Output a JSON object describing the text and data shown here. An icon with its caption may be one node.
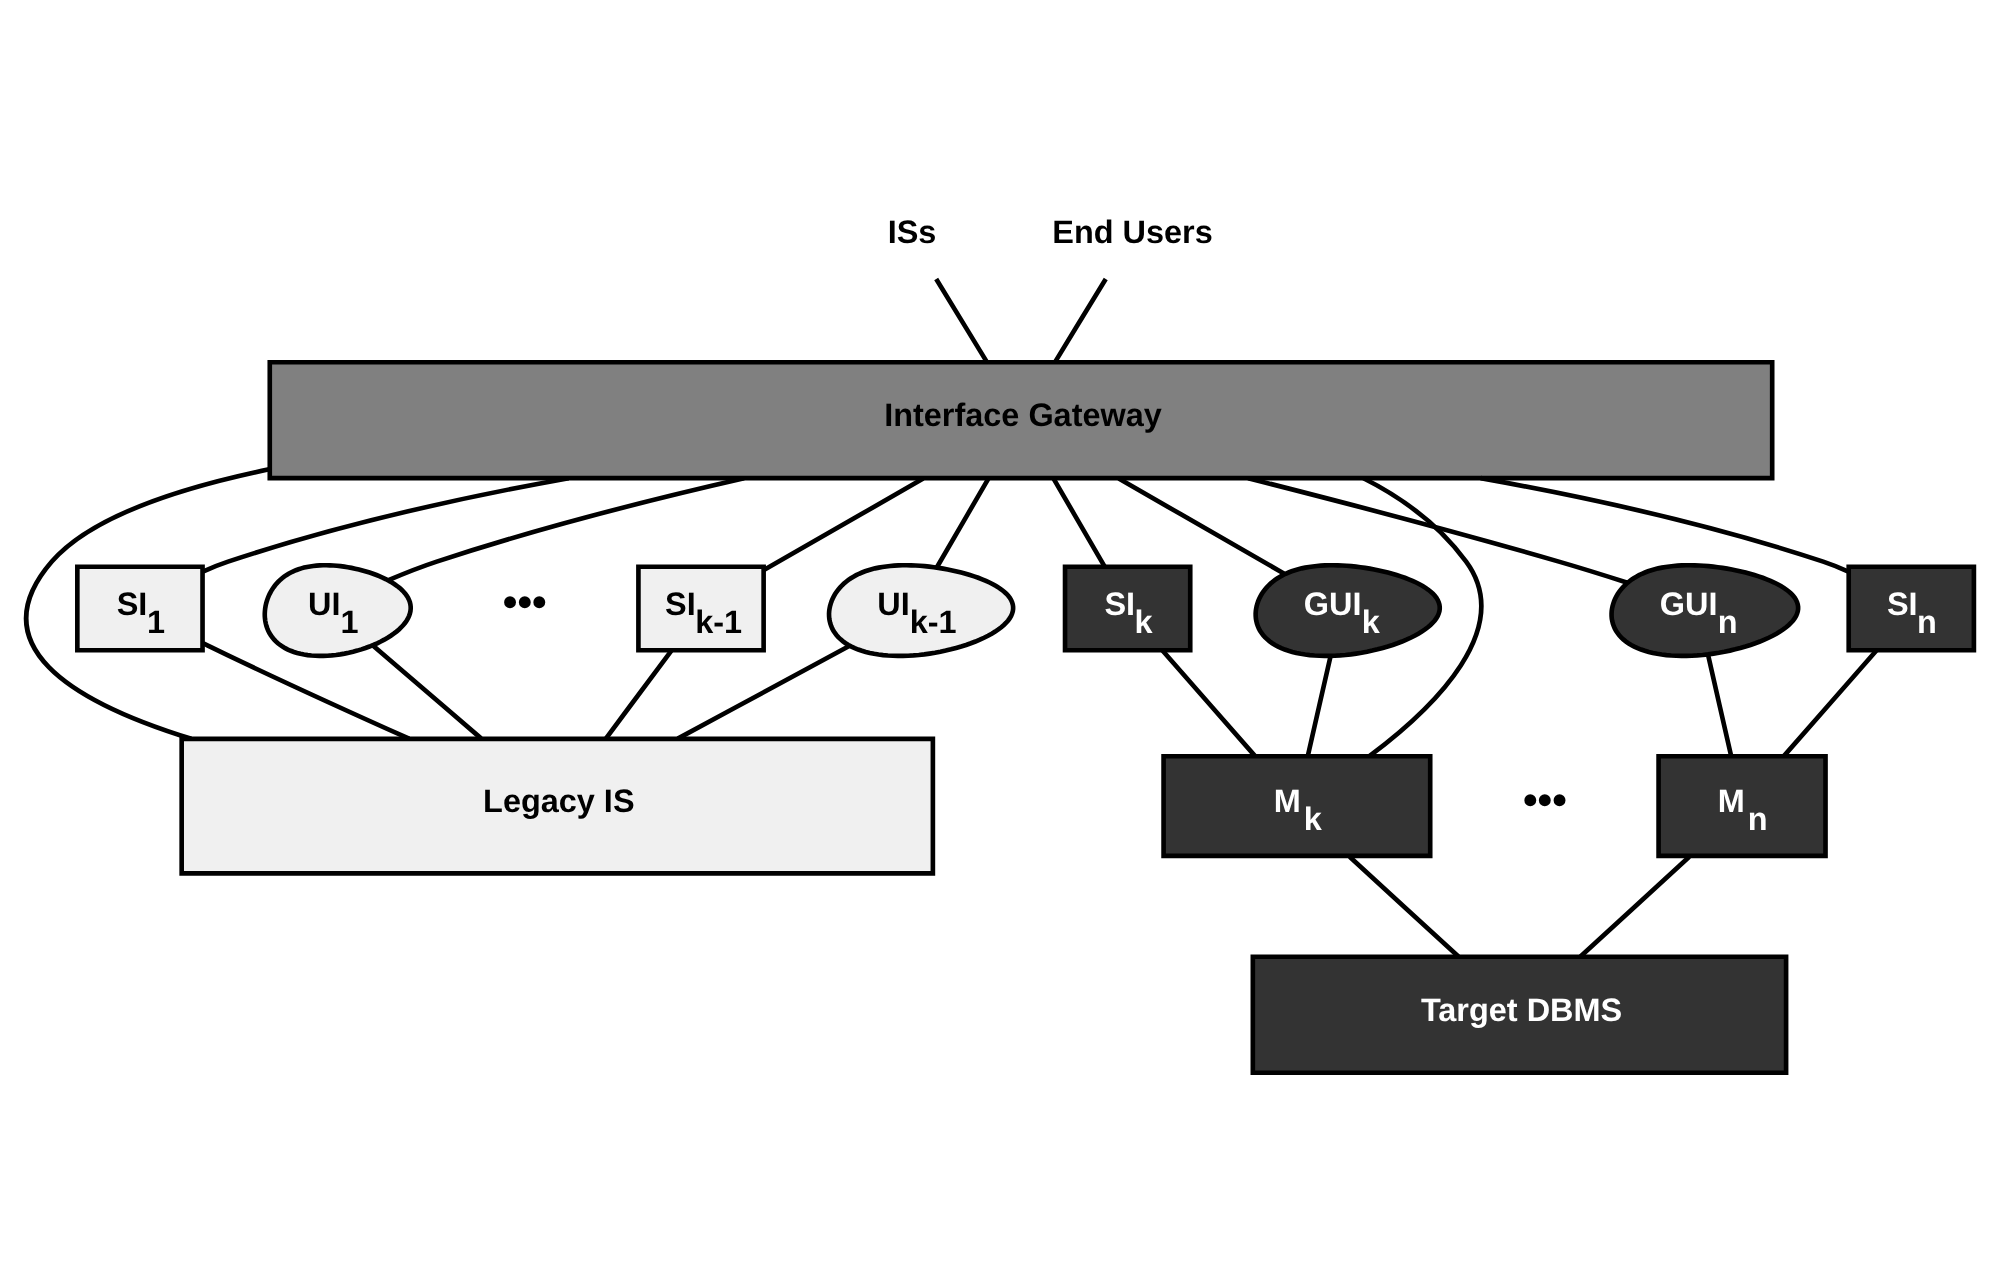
{
  "diagram": {
    "nodes": [
      {
        "text": [
          "ISs"
        ]
      },
      {
        "text": [
          "End Users"
        ]
      },
      {
        "text": [
          "Interface Gateway"
        ]
      },
      {
        "text": [
          "SI$_{1}$"
        ]
      },
      {
        "text": [
          "UI$_{1}$"
        ]
      },
      {
        "text": [
          "SI$_{k-1}$"
        ]
      },
      {
        "text": [
          "UI$_{k-1}$"
        ]
      },
      {
        "text": [
          "Legacy IS"
        ]
      },
      {
        "text": [
          "GUI$_{k}$"
        ]
      },
      {
        "text": [
          "SI$_{k}$"
        ]
      },
      {
        "text": [
          "M$_{k}$"
        ]
      },
      {
        "text": [
          "GUI$_{n}$"
        ]
      },
      {
        "text": [
          "SI$_{n}$"
        ]
      },
      {
        "text": [
          "M$_{n}$"
        ]
      },
      {
        "text": [
          "Target DBMS"
        ]
      }
    ],
    "edges": [
      {
        "from": 0,
        "to": 2,
        "arrow": "none"
      },
      {
        "from": 1,
        "to": 2,
        "arrow": "none"
      },
      {
        "from": 2,
        "to": 3,
        "arrow": "none"
      },
      {
        "from": 3,
        "to": 7,
        "arrow": "none"
      },
      {
        "from": 2,
        "to": 4,
        "arrow": "none"
      },
      {
        "from": 4,
        "to": 7,
        "arrow": "none"
      },
      {
        "from": 2,
        "to": 5,
        "arrow": "none"
      },
      {
        "from": 5,
        "to": 7,
        "arrow": "none"
      },
      {
        "from": 2,
        "to": 6,
        "arrow": "none"
      },
      {
        "from": 6,
        "to": 7,
        "arrow": "none"
      },
      {
        "from": 2,
        "to": 7,
        "arrow": "none"
      },
      {
        "from": 2,
        "to": 9,
        "arrow": "none"
      },
      {
        "from": 9,
        "to": 10,
        "arrow": "none"
      },
      {
        "from": 2,
        "to": 8,
        "arrow": "none"
      },
      {
        "from": 8,
        "to": 10,
        "arrow": "none"
      },
      {
        "from": 2,
        "to": 10,
        "arrow": "none"
      },
      {
        "from": 2,
        "to": 12,
        "arrow": "none"
      },
      {
        "from": 12,
        "to": 13,
        "arrow": "none"
      },
      {
        "from": 2,
        "to": 11,
        "arrow": "none"
      },
      {
        "from": 11,
        "to": 13,
        "arrow": "none"
      },
      {
        "from": 10,
        "to": 14,
        "arrow": "none"
      },
      {
        "from": 13,
        "to": 14,
        "arrow": "none"
      }
    ],
    "labels": [
      "•••",
      "•••"
    ]
  }
}
